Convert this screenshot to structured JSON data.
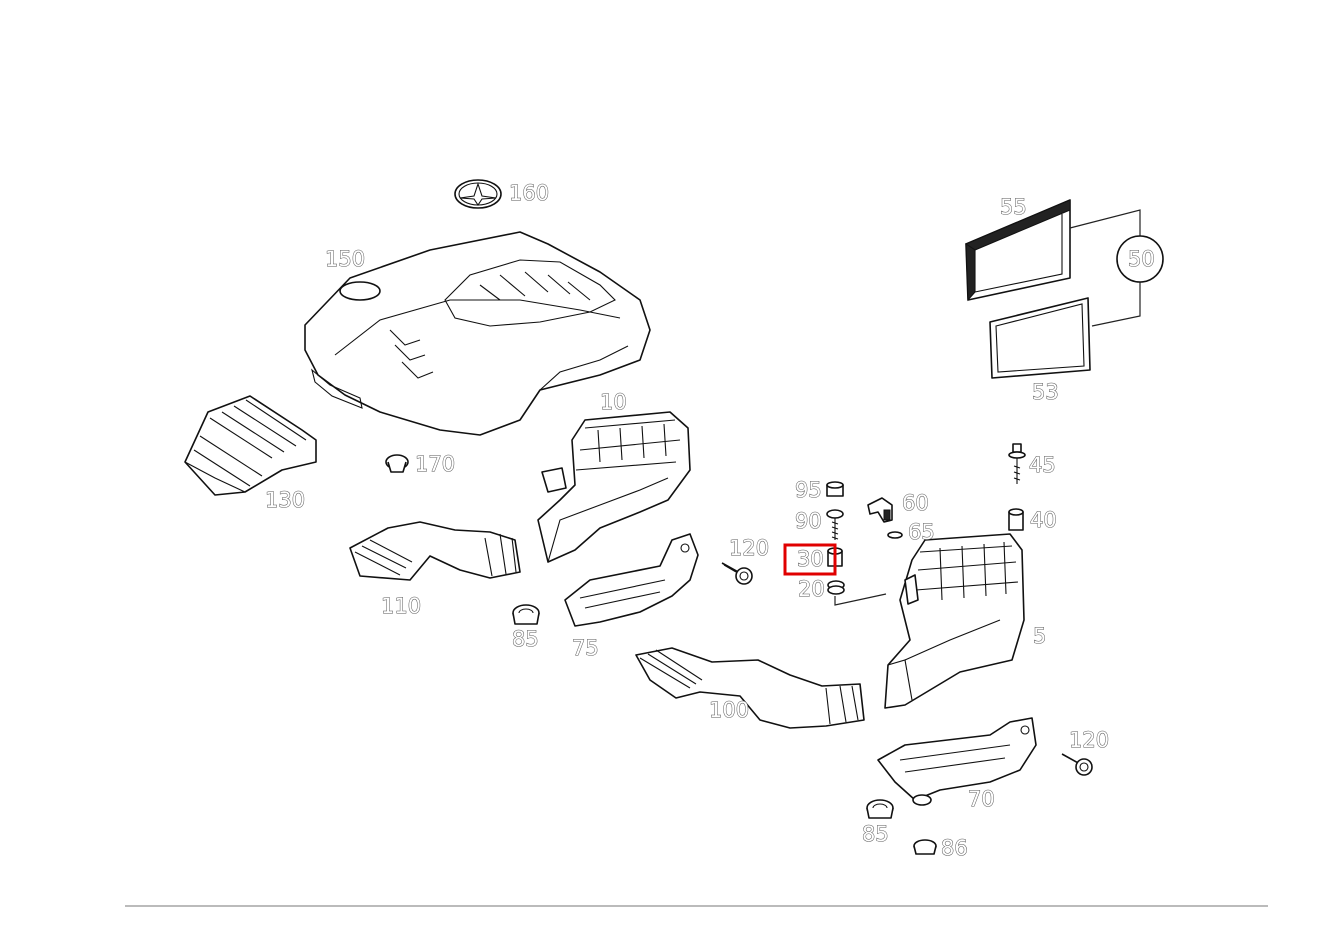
{
  "diagram": {
    "highlight_color": "#e00000",
    "selected_part": "30",
    "parts": [
      {
        "id": "p160",
        "label": "160",
        "part": "emblem"
      },
      {
        "id": "p150",
        "label": "150",
        "part": "engine-cover"
      },
      {
        "id": "p55",
        "label": "55",
        "part": "filter-element"
      },
      {
        "id": "p50",
        "label": "50",
        "part": "filter-kit"
      },
      {
        "id": "p53",
        "label": "53",
        "part": "filter-seal"
      },
      {
        "id": "p10",
        "label": "10",
        "part": "air-filter-housing-left"
      },
      {
        "id": "p130",
        "label": "130",
        "part": "intake-duct"
      },
      {
        "id": "p170",
        "label": "170",
        "part": "rubber-mount"
      },
      {
        "id": "p45",
        "label": "45",
        "part": "bolt"
      },
      {
        "id": "p95",
        "label": "95",
        "part": "cap"
      },
      {
        "id": "p60",
        "label": "60",
        "part": "sensor"
      },
      {
        "id": "p90",
        "label": "90",
        "part": "bolt"
      },
      {
        "id": "p65",
        "label": "65",
        "part": "seal-ring"
      },
      {
        "id": "p40",
        "label": "40",
        "part": "bushing"
      },
      {
        "id": "p120a",
        "label": "120",
        "part": "screw"
      },
      {
        "id": "p30",
        "label": "30",
        "part": "spacer"
      },
      {
        "id": "p20",
        "label": "20",
        "part": "grommet"
      },
      {
        "id": "p110",
        "label": "110",
        "part": "air-intake-hose-left"
      },
      {
        "id": "p85a",
        "label": "85",
        "part": "rubber-mount"
      },
      {
        "id": "p75",
        "label": "75",
        "part": "bracket-left"
      },
      {
        "id": "p5",
        "label": "5",
        "part": "air-filter-housing-right"
      },
      {
        "id": "p100",
        "label": "100",
        "part": "air-intake-hose-right"
      },
      {
        "id": "p120b",
        "label": "120",
        "part": "screw"
      },
      {
        "id": "p70",
        "label": "70",
        "part": "bracket-right"
      },
      {
        "id": "p85b",
        "label": "85",
        "part": "rubber-mount"
      },
      {
        "id": "p86",
        "label": "86",
        "part": "grommet"
      }
    ]
  }
}
